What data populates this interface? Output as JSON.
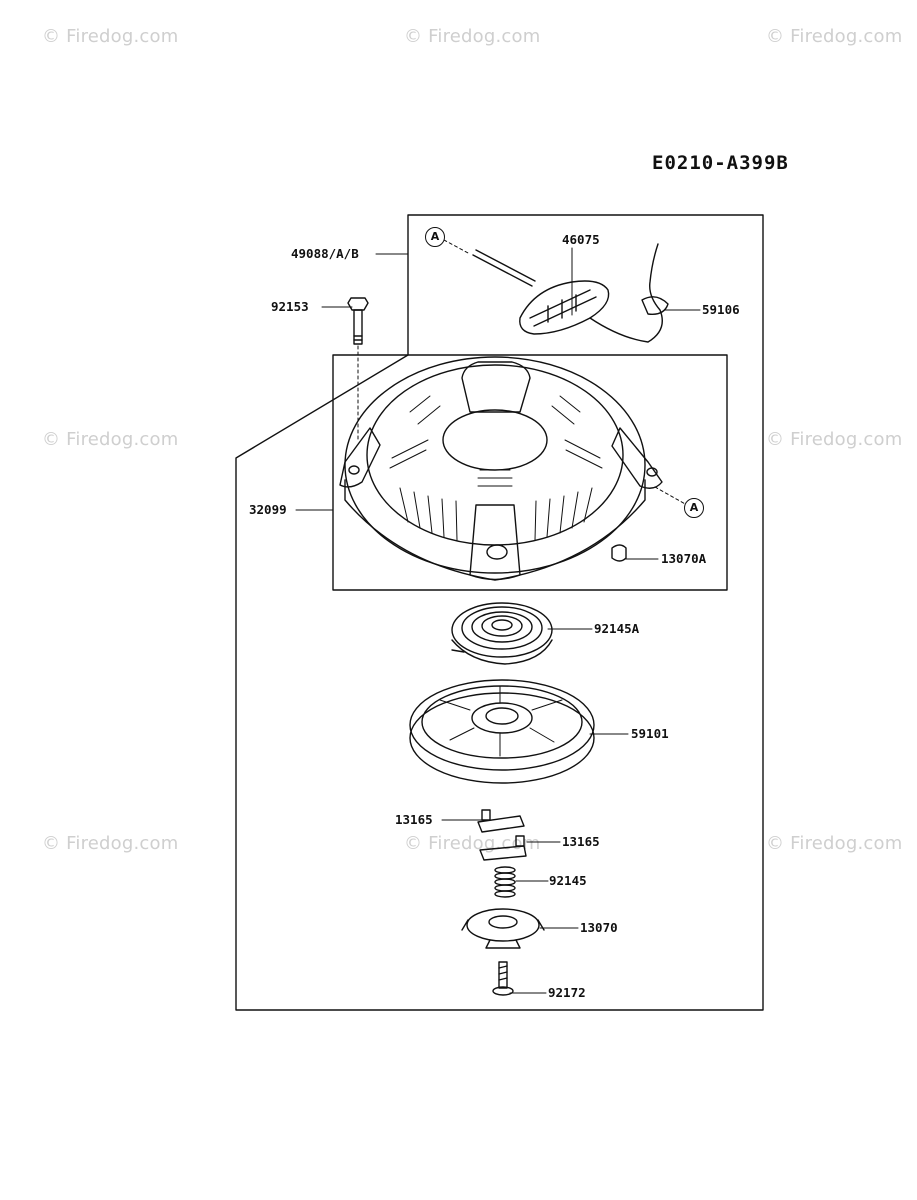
{
  "watermark": "© Firedog.com",
  "diagram_code": "E0210-A399B",
  "reference_marker": "A",
  "parts": {
    "p49088": "49088/A/B",
    "p46075": "46075",
    "p92153": "92153",
    "p59106": "59106",
    "p32099": "32099",
    "p13070A": "13070A",
    "p92145A": "92145A",
    "p59101": "59101",
    "p13165a": "13165",
    "p13165b": "13165",
    "p92145": "92145",
    "p13070": "13070",
    "p92172": "92172"
  }
}
